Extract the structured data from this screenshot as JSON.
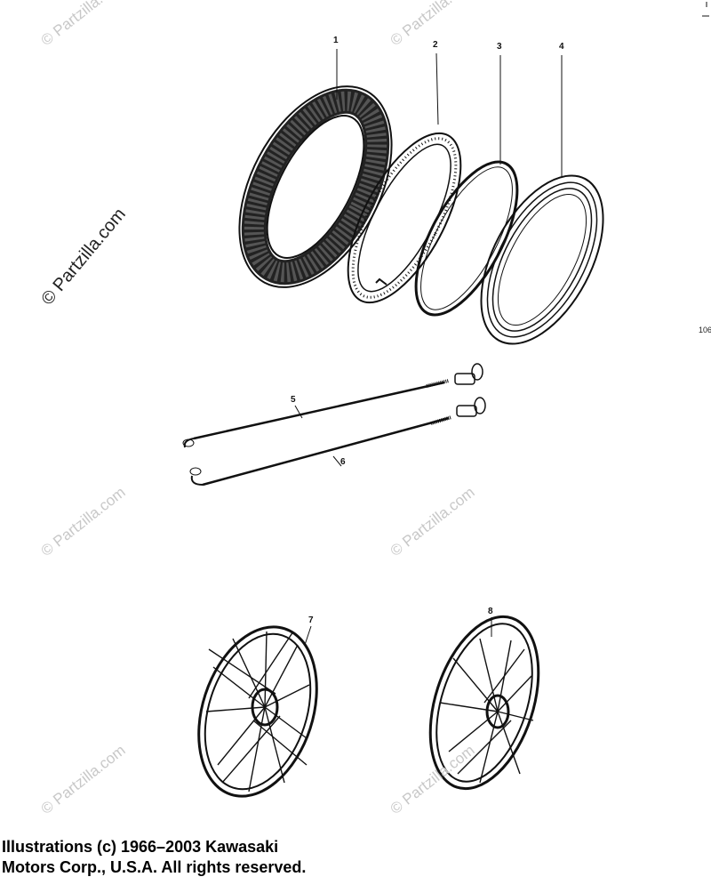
{
  "watermarks": [
    "© Partzilla.com",
    "© Partzilla.com",
    "© Partzilla.com",
    "© Partzilla.com",
    "© Partzilla.com",
    "© Partzilla.com",
    "© Partzilla.com"
  ],
  "callouts": [
    "1",
    "2",
    "3",
    "4",
    "5",
    "6",
    "7",
    "8"
  ],
  "side_reference": "106",
  "copyright": {
    "line1": "Illustrations (c) 1966–2003 Kawasaki",
    "line2": "Motors Corp., U.S.A.  All rights reserved."
  }
}
